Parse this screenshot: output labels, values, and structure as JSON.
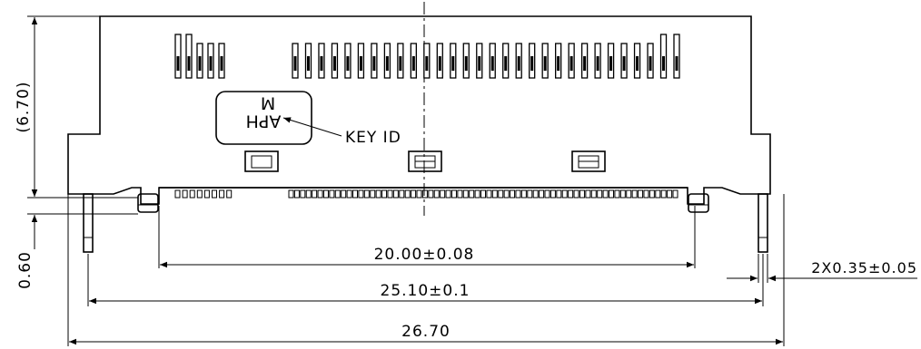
{
  "drawing": {
    "key_marking_line1": "APH",
    "key_marking_line2": "M",
    "key_label": "KEY ID",
    "dimensions": {
      "height_ref": "(6.70)",
      "offset": "0.60",
      "inner_width": "20.00±0.08",
      "pin_span": "25.10±0.1",
      "overall_width": "26.70",
      "pin_width": "2X0.35±0.05"
    },
    "top_contacts": {
      "left_group": 5,
      "right_group": 30
    },
    "bottom_pads": {
      "left_group": 8,
      "right_group": 67
    }
  }
}
